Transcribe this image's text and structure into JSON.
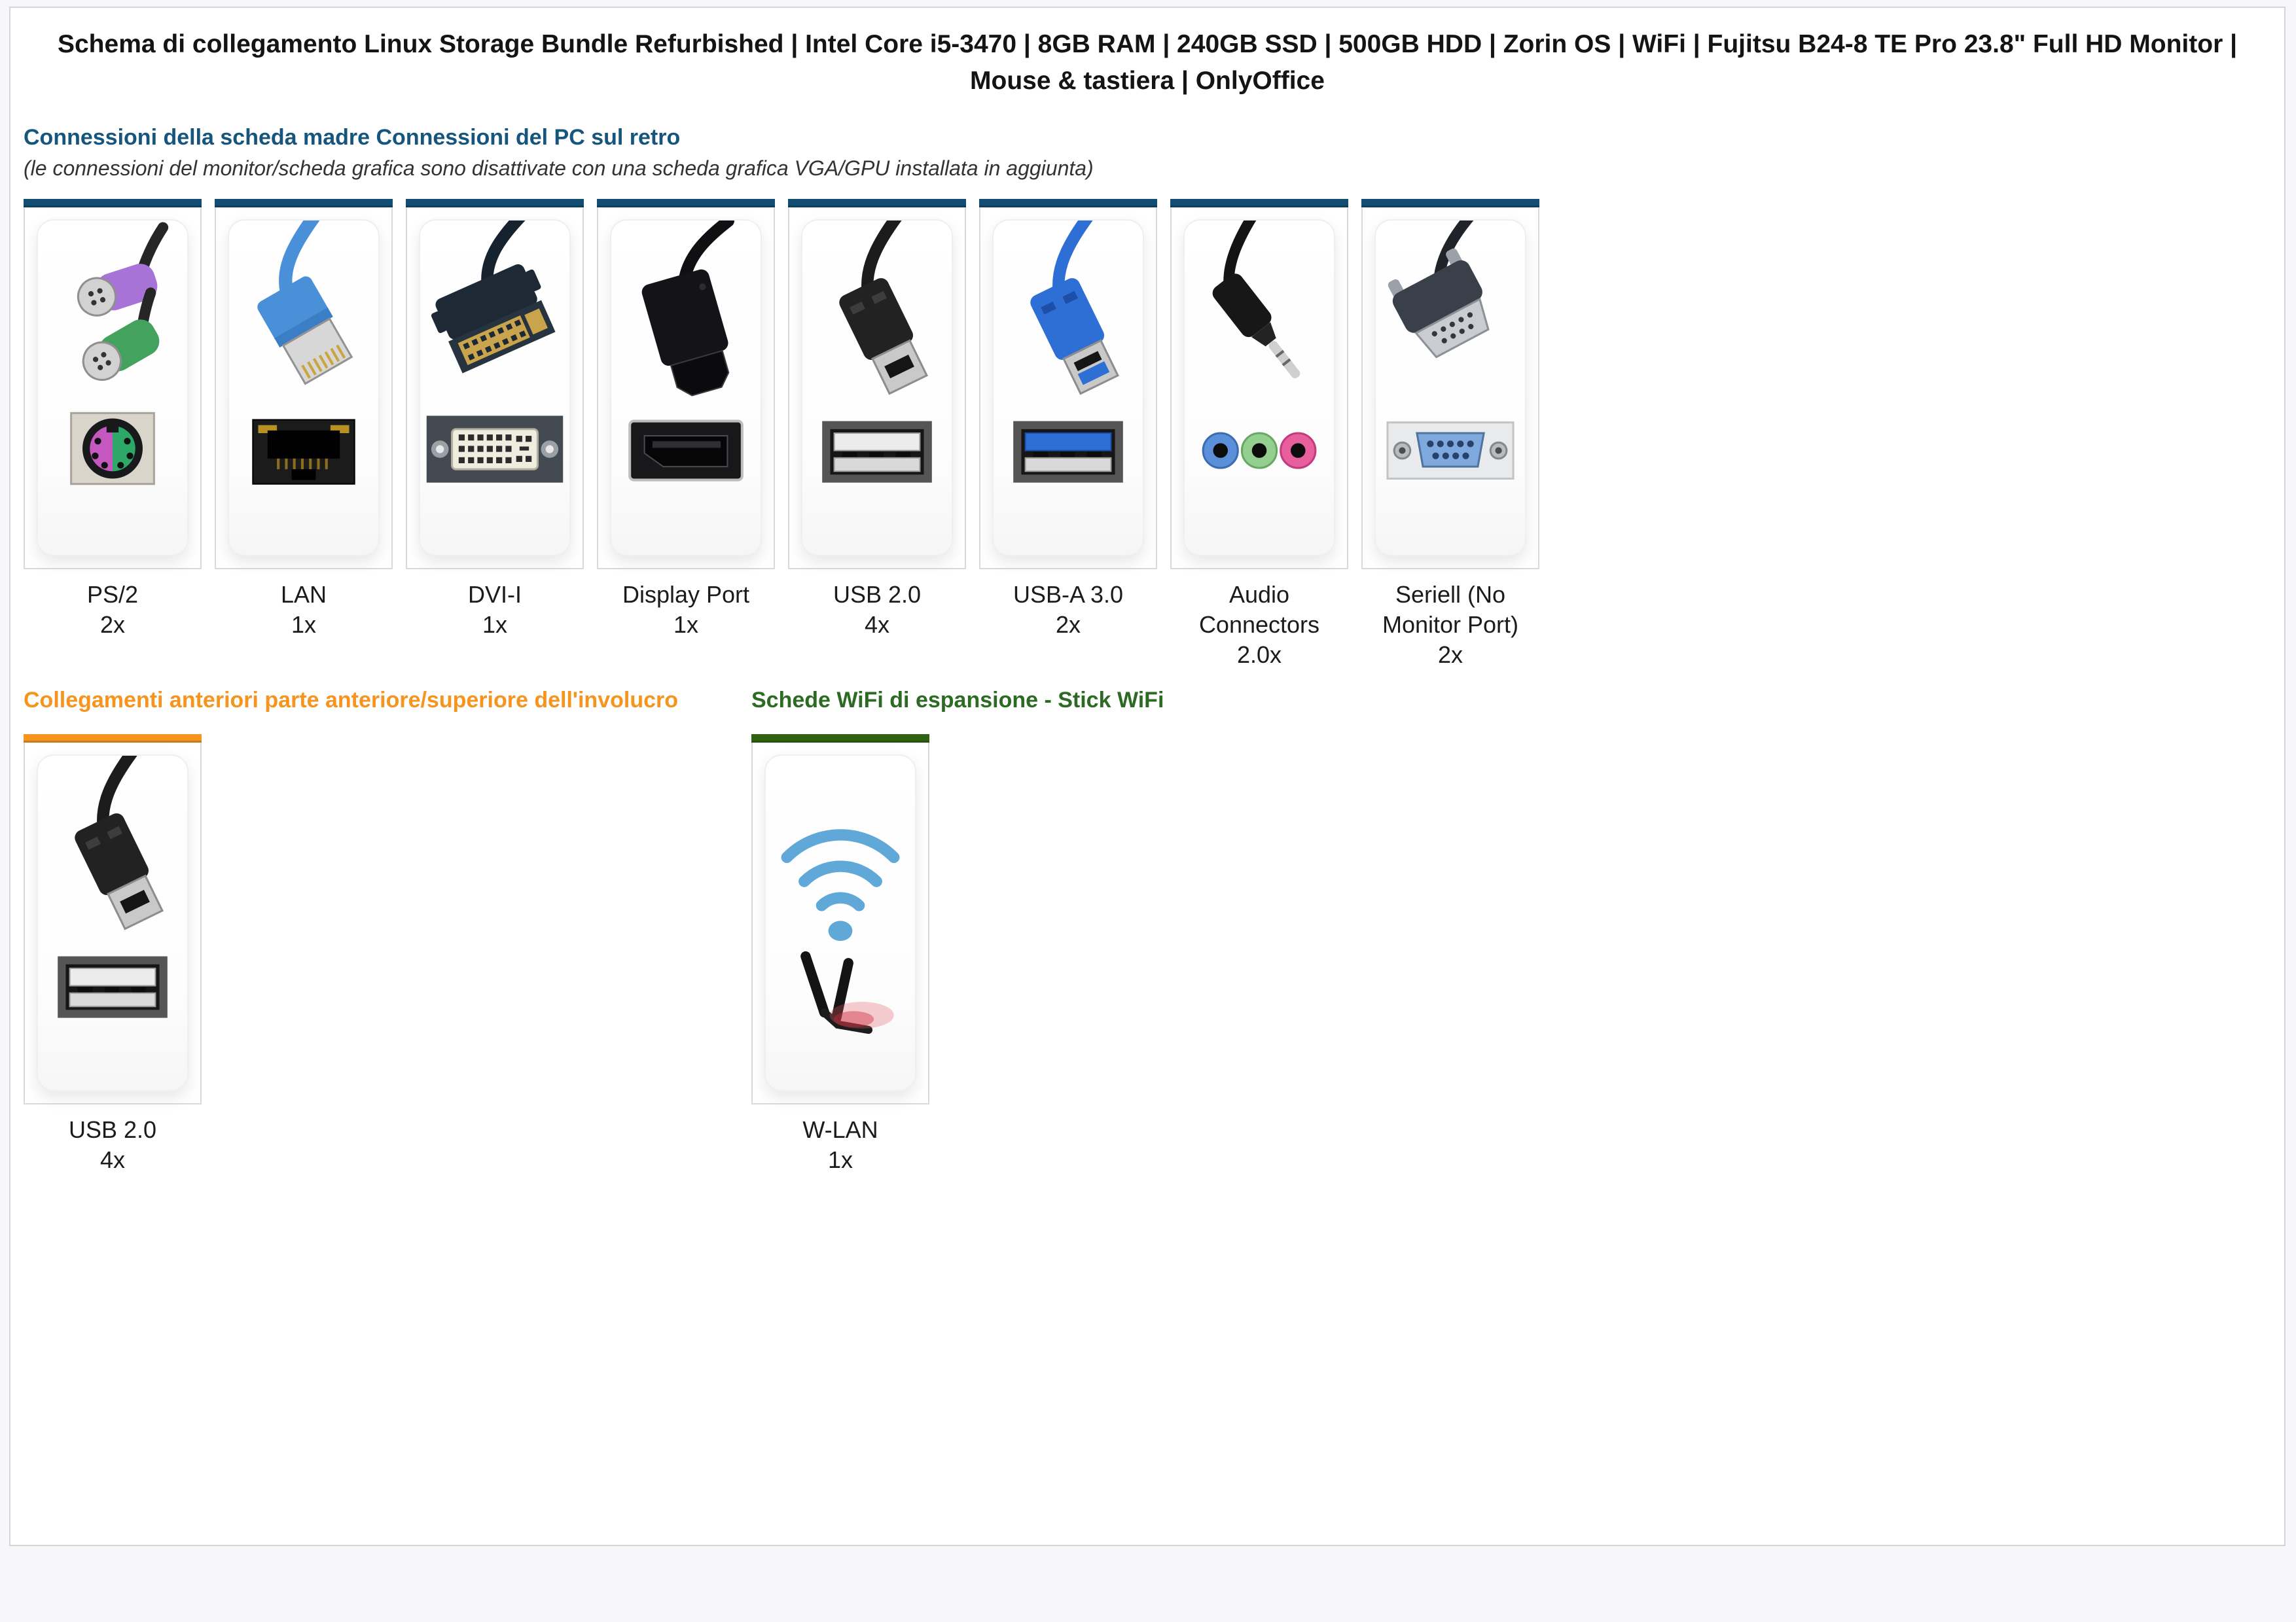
{
  "title": "Schema di collegamento Linux Storage Bundle Refurbished | Intel Core i5-3470 | 8GB RAM | 240GB SSD | 500GB HDD | Zorin OS | WiFi | Fujitsu B24-8 TE Pro 23.8\" Full HD Monitor | Mouse & tastiera | OnlyOffice",
  "sections": [
    {
      "heading": "Connessioni della scheda madre Connessioni del PC sul retro",
      "note": "(le connessioni del monitor/scheda grafica sono disattivate con una scheda grafica VGA/GPU installata in aggiunta)",
      "heading_color": "#16567e",
      "accent_color": "#134d73",
      "cards": [
        {
          "label": "PS/2",
          "count": "2x",
          "icon": "ps2"
        },
        {
          "label": "LAN",
          "count": "1x",
          "icon": "lan"
        },
        {
          "label": "DVI-I",
          "count": "1x",
          "icon": "dvi"
        },
        {
          "label": "Display Port",
          "count": "1x",
          "icon": "displayport"
        },
        {
          "label": "USB 2.0",
          "count": "4x",
          "icon": "usb2"
        },
        {
          "label": "USB-A 3.0",
          "count": "2x",
          "icon": "usb3"
        },
        {
          "label": "Audio Connectors",
          "count": "2.0x",
          "icon": "audio"
        },
        {
          "label": "Seriell (No Monitor Port)",
          "count": "2x",
          "icon": "serial"
        }
      ]
    },
    {
      "heading": "Collegamenti anteriori parte anteriore/superiore dell'involucro",
      "heading_color": "#f7941d",
      "accent_color": "#f7941e",
      "cards": [
        {
          "label": "USB 2.0",
          "count": "4x",
          "icon": "usb2"
        }
      ]
    },
    {
      "heading": "Schede WiFi di espansione - Stick WiFi",
      "heading_color": "#2d6b24",
      "accent_color": "#2f6313",
      "cards": [
        {
          "label": "W-LAN",
          "count": "1x",
          "icon": "wlan"
        }
      ]
    }
  ]
}
